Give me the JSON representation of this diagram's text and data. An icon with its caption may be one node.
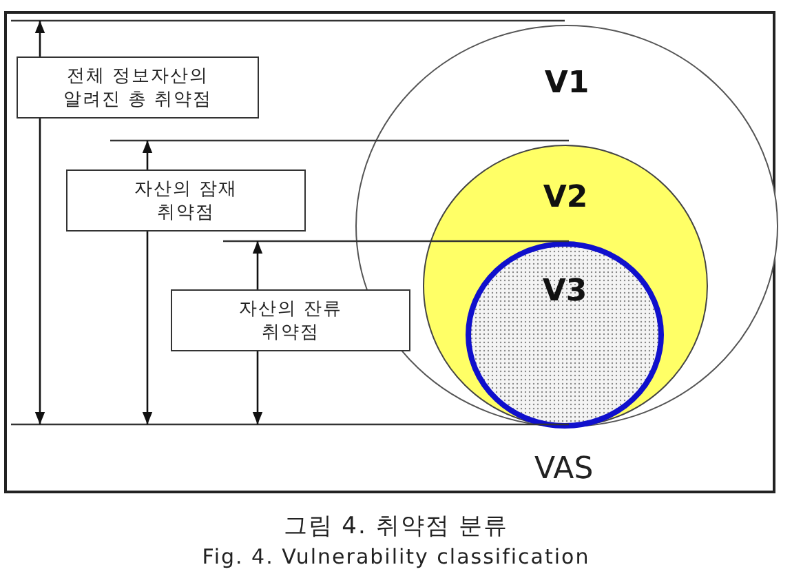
{
  "diagram": {
    "caption": "그림 4. 취약점 분류",
    "nodes": [
      {
        "text": [
          "VAS"
        ]
      },
      {
        "text": [
          "전체 정보자산의 알려진 총 취약점"
        ],
        "in": 0
      },
      {
        "text": [
          "V1"
        ],
        "in": 0
      },
      {
        "text": [
          "자산의 잠재 취약점"
        ],
        "in": 0
      },
      {
        "text": [
          "V2"
        ],
        "in": 2
      },
      {
        "text": [
          "자산의 잔류 취약점"
        ],
        "in": 0
      },
      {
        "text": [
          "V3"
        ],
        "in": 4
      }
    ],
    "labels": [
      "Fig. 4. Vulnerability classification"
    ]
  }
}
